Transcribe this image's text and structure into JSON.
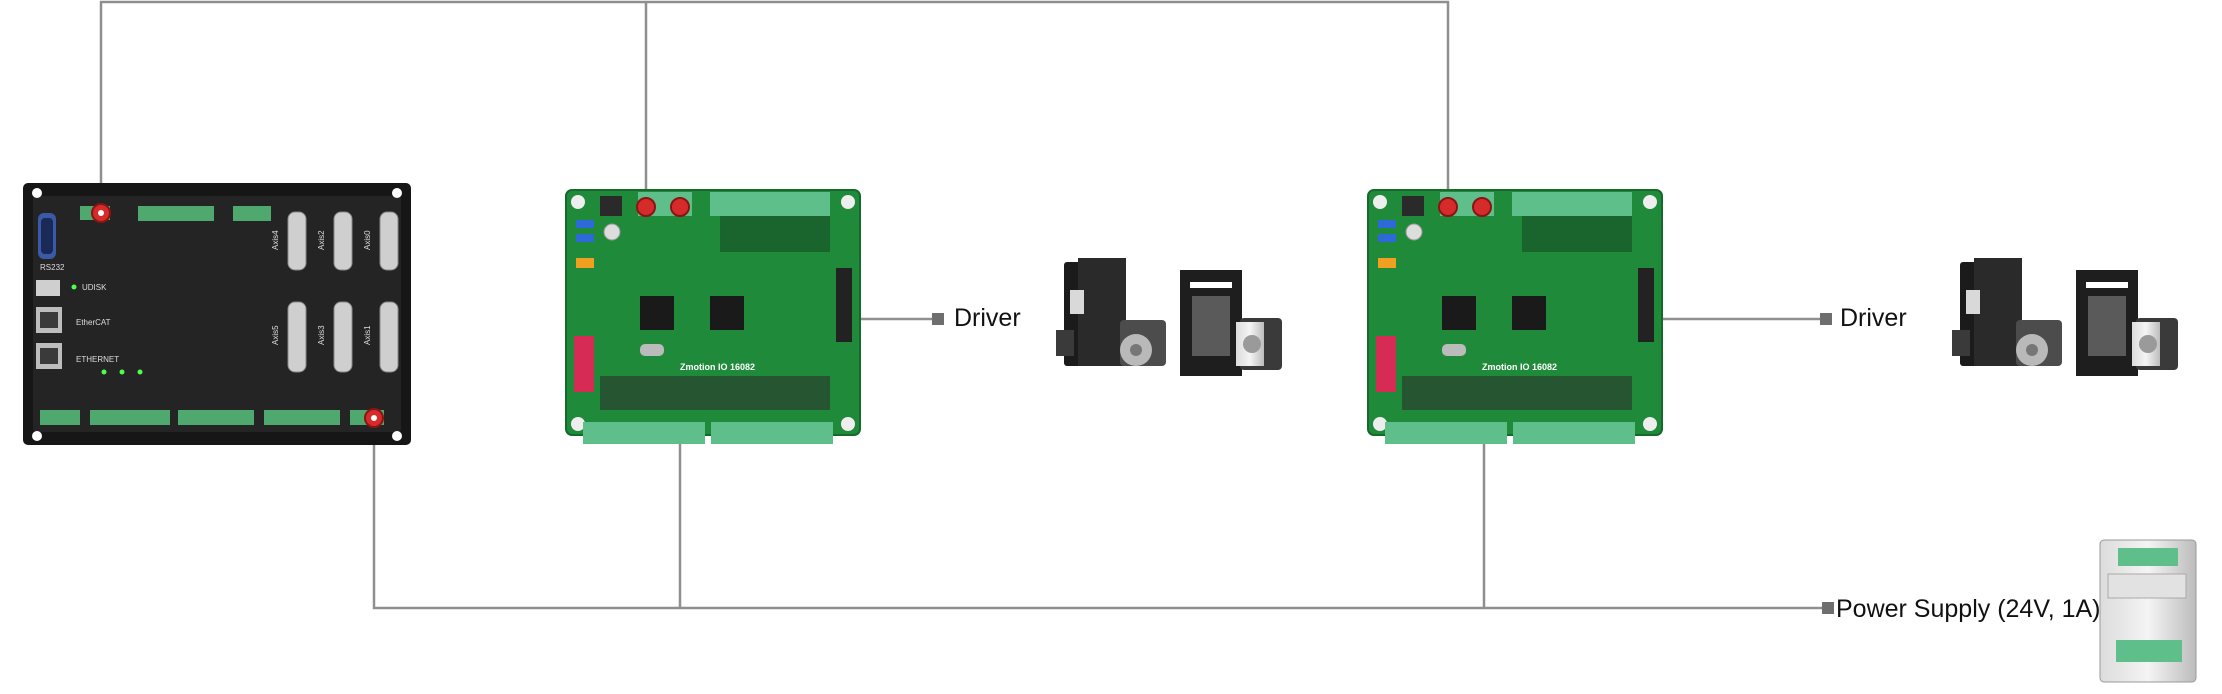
{
  "controller": {
    "port_labels": [
      "RS232",
      "UDISK",
      "EtherCAT",
      "ETHERNET"
    ],
    "axis_labels": [
      "Axis4",
      "Axis2",
      "Axis0",
      "Axis5",
      "Axis3",
      "Axis1"
    ]
  },
  "io_board": {
    "model_label": "Zmotion IO 16082"
  },
  "labels": {
    "driver_1": "Driver",
    "driver_2": "Driver",
    "power_supply": "Power Supply (24V, 1A)"
  },
  "colors": {
    "wire": "#8f8f8f",
    "pcb_green": "#1f8b3a",
    "terminal_green": "#5fbf8a",
    "controller_body": "#1f1f1f",
    "connector_red": "#d62b2b"
  },
  "icons": [
    "servo-motor-icon",
    "stepper-driver-icon",
    "stepper-motor-icon",
    "din-rail-power-supply-icon"
  ]
}
